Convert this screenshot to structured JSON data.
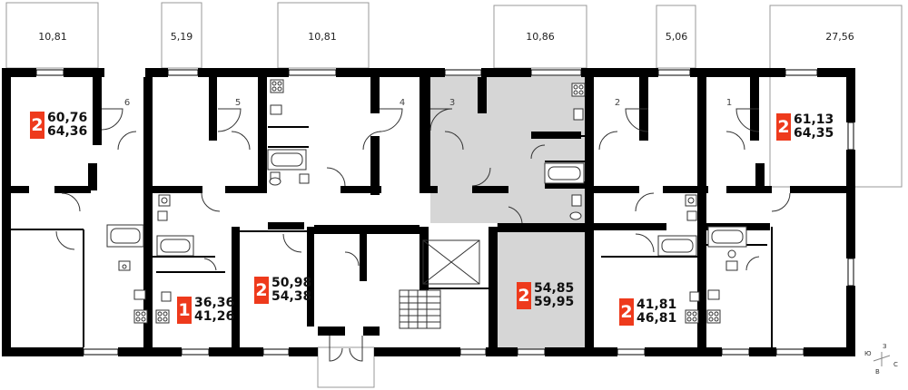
{
  "balconies": [
    {
      "id": "b1",
      "label": "10,81"
    },
    {
      "id": "b2",
      "label": "5,19"
    },
    {
      "id": "b3",
      "label": "10,81"
    },
    {
      "id": "b4",
      "label": "10,86"
    },
    {
      "id": "b5",
      "label": "5,06"
    },
    {
      "id": "b6",
      "label": "27,56"
    }
  ],
  "doors": [
    "6",
    "5",
    "4",
    "3",
    "2",
    "1"
  ],
  "apartments": [
    {
      "rooms": "2",
      "living": "60,76",
      "total": "64,36"
    },
    {
      "rooms": "1",
      "living": "36,36",
      "total": "41,26"
    },
    {
      "rooms": "2",
      "living": "50,98",
      "total": "54,38"
    },
    {
      "rooms": "2",
      "living": "54,85",
      "total": "59,95"
    },
    {
      "rooms": "2",
      "living": "41,81",
      "total": "46,81"
    },
    {
      "rooms": "2",
      "living": "61,13",
      "total": "64,35"
    }
  ],
  "compass": {
    "north": "З",
    "west": "Ю",
    "east": "С",
    "south": "В"
  },
  "colors": {
    "wall": "#000000",
    "badge": "#ee3a1c",
    "highlight": "#d6d6d6"
  }
}
